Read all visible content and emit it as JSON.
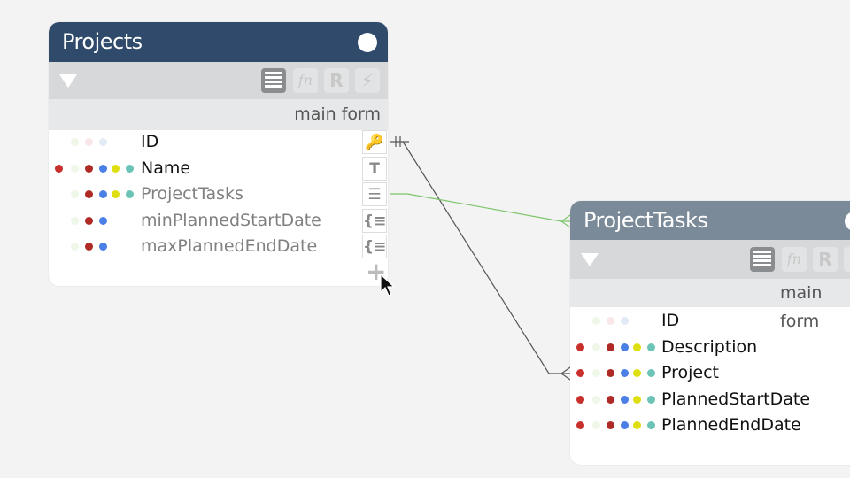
{
  "colors": {
    "header_projects": "#2f4a6b",
    "header_tasks": "#7b8a98",
    "relation_key": "#555555",
    "relation_list": "#7cc46a"
  },
  "dot_colors": [
    "#c8302c",
    "#eef7e8",
    "#b02a25",
    "#4a7fe6",
    "#dede10",
    "#6cc4b6"
  ],
  "dot_faint": [
    "#ffffff",
    "#eef7e8",
    "#f8e6e8",
    "#e2eaf6",
    "#ffffff",
    "#ffffff"
  ],
  "toolbar": {
    "fn_label": "fn",
    "r_label": "R",
    "bolt_label": "⚡"
  },
  "projects": {
    "title": "Projects",
    "subtitle": "main form",
    "fields": [
      {
        "name": "ID",
        "style": "key",
        "dots": [
          0,
          2,
          2,
          2,
          0,
          0
        ],
        "icon": "key-icon",
        "glyph": "🔑"
      },
      {
        "name": "Name",
        "style": "normal",
        "dots": [
          1,
          2,
          1,
          1,
          1,
          1
        ],
        "icon": "text-icon",
        "glyph": "T"
      },
      {
        "name": "ProjectTasks",
        "style": "derived",
        "dots": [
          0,
          2,
          1,
          1,
          1,
          1
        ],
        "icon": "list-icon",
        "glyph": "☰"
      },
      {
        "name": "minPlannedStartDate",
        "style": "derived",
        "dots": [
          0,
          2,
          1,
          1,
          0,
          0
        ],
        "icon": "aggregate-icon",
        "glyph": "{≡"
      },
      {
        "name": "maxPlannedEndDate",
        "style": "derived",
        "dots": [
          0,
          2,
          1,
          1,
          0,
          0
        ],
        "icon": "aggregate-icon",
        "glyph": "{≡"
      }
    ],
    "add_glyph": "+"
  },
  "tasks": {
    "title": "ProjectTasks",
    "subtitle": "main form",
    "fields": [
      {
        "name": "ID",
        "style": "key",
        "dots": [
          0,
          2,
          2,
          2,
          0,
          0
        ]
      },
      {
        "name": "Description",
        "style": "normal",
        "dots": [
          1,
          2,
          1,
          1,
          1,
          1
        ]
      },
      {
        "name": "Project",
        "style": "normal",
        "dots": [
          1,
          2,
          1,
          1,
          1,
          1
        ]
      },
      {
        "name": "PlannedStartDate",
        "style": "normal",
        "dots": [
          1,
          2,
          1,
          1,
          1,
          1
        ]
      },
      {
        "name": "PlannedEndDate",
        "style": "normal",
        "dots": [
          1,
          2,
          1,
          1,
          1,
          1
        ]
      }
    ]
  }
}
